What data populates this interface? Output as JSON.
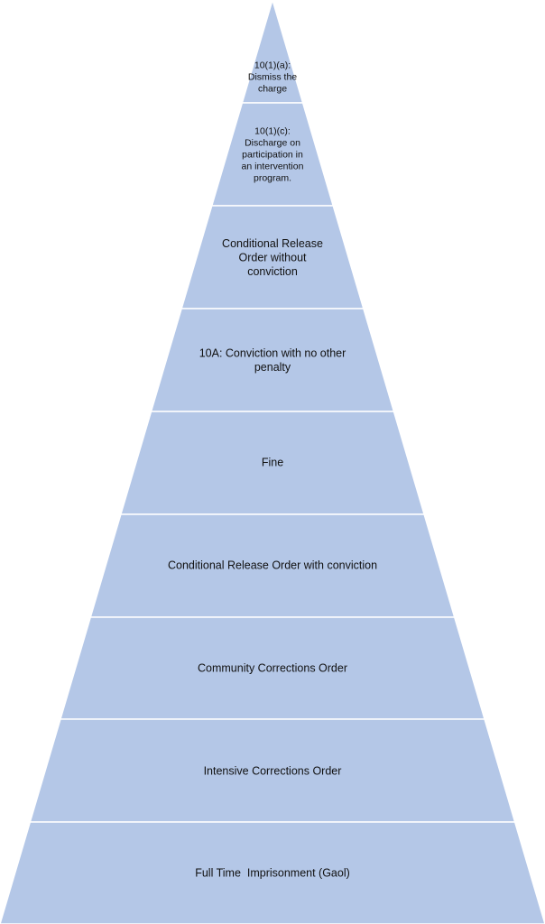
{
  "diagram": {
    "type": "pyramid",
    "fill_color": "#b4c7e7",
    "divider_color": "#ffffff",
    "tiers": [
      {
        "lines": [
          "10(1)(a):",
          "Dismiss the",
          "charge"
        ]
      },
      {
        "lines": [
          "10(1)(c):",
          "Discharge on",
          "participation in",
          "an intervention",
          "program."
        ]
      },
      {
        "lines": [
          "Conditional Release",
          "Order without",
          "conviction"
        ]
      },
      {
        "lines": [
          "10A: Conviction with no other",
          "penalty"
        ]
      },
      {
        "lines": [
          "Fine"
        ]
      },
      {
        "lines": [
          "Conditional Release Order with conviction"
        ]
      },
      {
        "lines": [
          "Community Corrections Order"
        ]
      },
      {
        "lines": [
          "Intensive Corrections Order"
        ]
      },
      {
        "lines": [
          "Full Time  Imprisonment (Gaol)"
        ]
      }
    ]
  }
}
